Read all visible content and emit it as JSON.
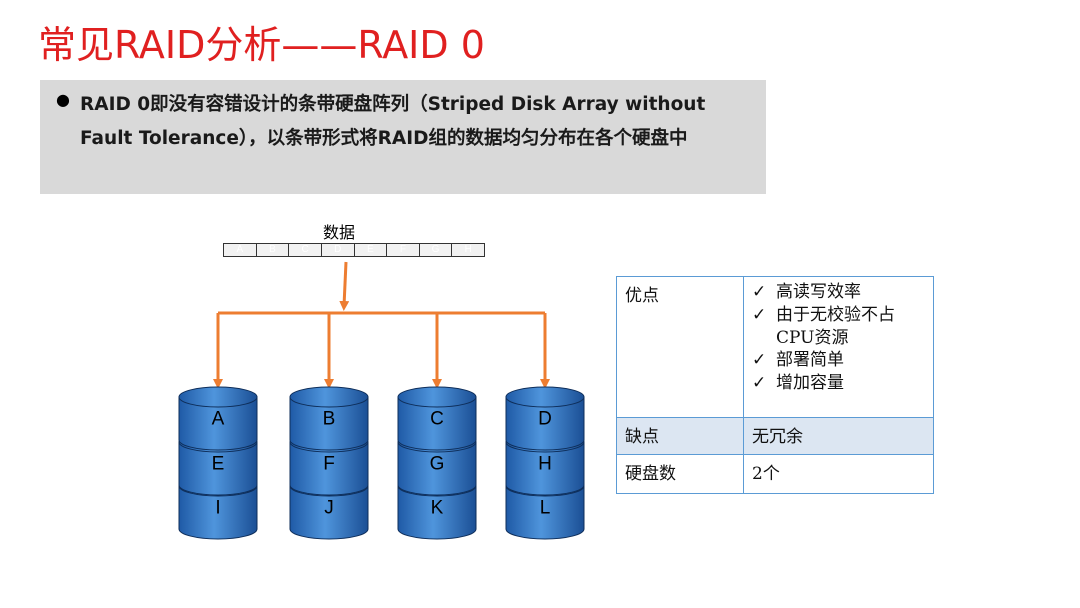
{
  "title": "常见RAID分析——RAID 0",
  "bullet": {
    "text": "RAID 0即没有容错设计的条带硬盘阵列（Striped Disk Array without Fault Tolerance），以条带形式将RAID组的数据均匀分布在各个硬盘中"
  },
  "diagram": {
    "data_label": "数据",
    "stripe_cells": [
      "A",
      "B",
      "C",
      "D",
      "E",
      "F",
      "G",
      "H"
    ],
    "disks": [
      {
        "blocks": [
          "A",
          "E",
          "I"
        ]
      },
      {
        "blocks": [
          "B",
          "F",
          "J"
        ]
      },
      {
        "blocks": [
          "C",
          "G",
          "K"
        ]
      },
      {
        "blocks": [
          "D",
          "H",
          "L"
        ]
      }
    ],
    "arrow_color": "#ed7d31",
    "disk_color": "#2e6fb8"
  },
  "table": {
    "rows": [
      {
        "key": "优点",
        "values": [
          "高读写效率",
          "由于无校验不占",
          "CPU资源",
          "部署简单",
          "增加容量"
        ]
      },
      {
        "key": "缺点",
        "value": "无冗余"
      },
      {
        "key": "硬盘数",
        "value": "2个"
      }
    ],
    "check_icon": "✓",
    "border_color": "#5b9bd5",
    "shade_color": "#dce6f2"
  }
}
